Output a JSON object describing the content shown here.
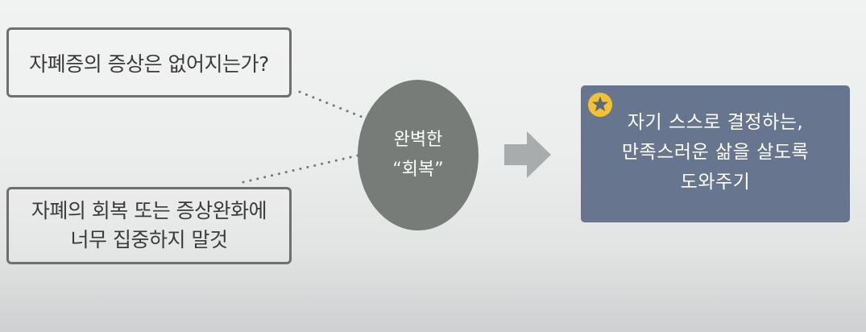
{
  "left_notes": [
    {
      "lines": [
        "자폐증의 증상은 없어지는가?"
      ]
    },
    {
      "lines": [
        "자폐의 회복 또는 증상완화에",
        "너무 집중하지 말것"
      ]
    }
  ],
  "center": {
    "lines": [
      "완벽한",
      "“회복”"
    ],
    "fill_color": "#777c78"
  },
  "arrow": {
    "icon": "right-arrow-icon",
    "color": "#a9acad"
  },
  "result": {
    "lines": [
      "자기 스스로 결정하는,",
      "만족스러운 삶을 살도록",
      "도와주기"
    ],
    "fill_color": "#68758f"
  },
  "star": {
    "icon": "star-icon",
    "badge_color": "#f2c230"
  }
}
